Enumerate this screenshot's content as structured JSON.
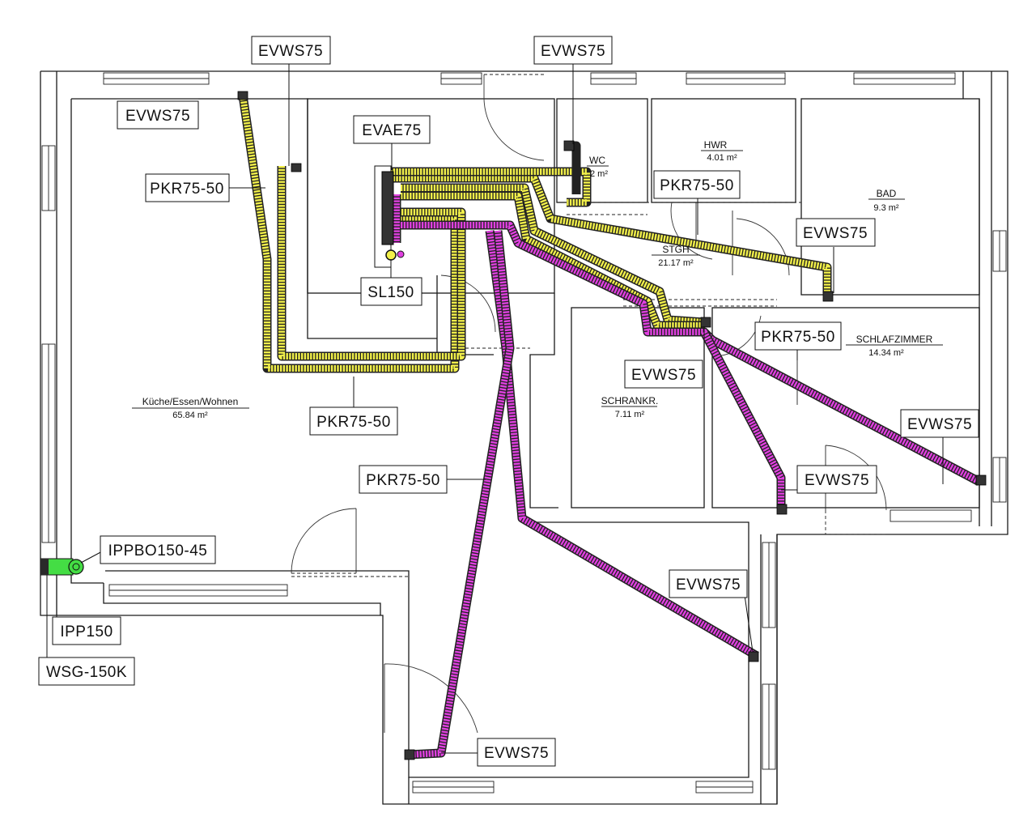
{
  "labels": {
    "evws_top_left": "EVWS75",
    "evws_top_mid": "EVWS75",
    "evws_left": "EVWS75",
    "evae": "EVAE75",
    "pkr_left": "PKR75-50",
    "pkr_hwr": "PKR75-50",
    "evws_bad": "EVWS75",
    "sl150": "SL150",
    "pkr_schlaf": "PKR75-50",
    "evws_schrank": "EVWS75",
    "evws_right": "EVWS75",
    "pkr_bottom": "PKR75-50",
    "pkr_mid": "PKR75-50",
    "evws_door": "EVWS75",
    "ippbo": "IPPBO150-45",
    "evws_lower_room": "EVWS75",
    "ipp": "IPP150",
    "wsg": "WSG-150K",
    "evws_bottom": "EVWS75"
  },
  "rooms": {
    "kueche": {
      "name": "Küche/Essen/Wohnen",
      "area": "65.84 m²"
    },
    "hwr": {
      "name": "HWR",
      "area": "4.01 m²"
    },
    "wc": {
      "name": "WC",
      "area": "2 m²"
    },
    "bad": {
      "name": "BAD",
      "area": "9.3 m²"
    },
    "stgh": {
      "name": "STGH",
      "area": "21.17 m²"
    },
    "schlafzimmer": {
      "name": "SCHLAFZIMMER",
      "area": "14.34 m²"
    },
    "schrankr": {
      "name": "SCHRANKR.",
      "area": "7.11 m²"
    }
  },
  "colors": {
    "supply_duct": "#f2f04a",
    "extract_duct": "#e040e0",
    "unit_inlet": "#44dd44"
  }
}
